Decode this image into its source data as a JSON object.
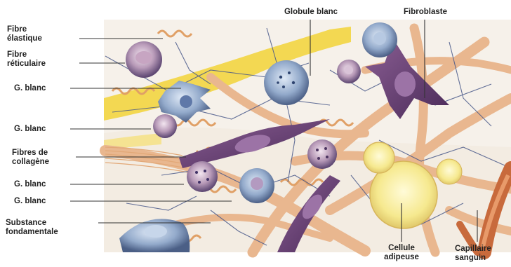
{
  "labels": {
    "fibre_elastique": "Fibre\nélastique",
    "fibre_reticulaire": "Fibre\nréticulaire",
    "g_blanc_1": "G. blanc",
    "g_blanc_2": "G. blanc",
    "fibres_collagene": "Fibres de\ncollagène",
    "g_blanc_3": "G. blanc",
    "g_blanc_4": "G. blanc",
    "substance_fondamentale": "Substance\nfondamentale",
    "globule_blanc": "Globule blanc",
    "fibroblaste": "Fibroblaste",
    "cellule_adipeuse": "Cellule\nadipeuse",
    "capillaire_sanguin": "Capillaire\nsanguin"
  },
  "colors": {
    "collagen": "#e9b78f",
    "elastic": "#e0a066",
    "yellow_band": "#f2d64a",
    "reticular": "#4a5a8a",
    "cell_body": "#6a3e72",
    "leukocyte": "#8aa4c8",
    "adipocyte": "#f7ec9a",
    "capillary": "#c86a3c"
  }
}
